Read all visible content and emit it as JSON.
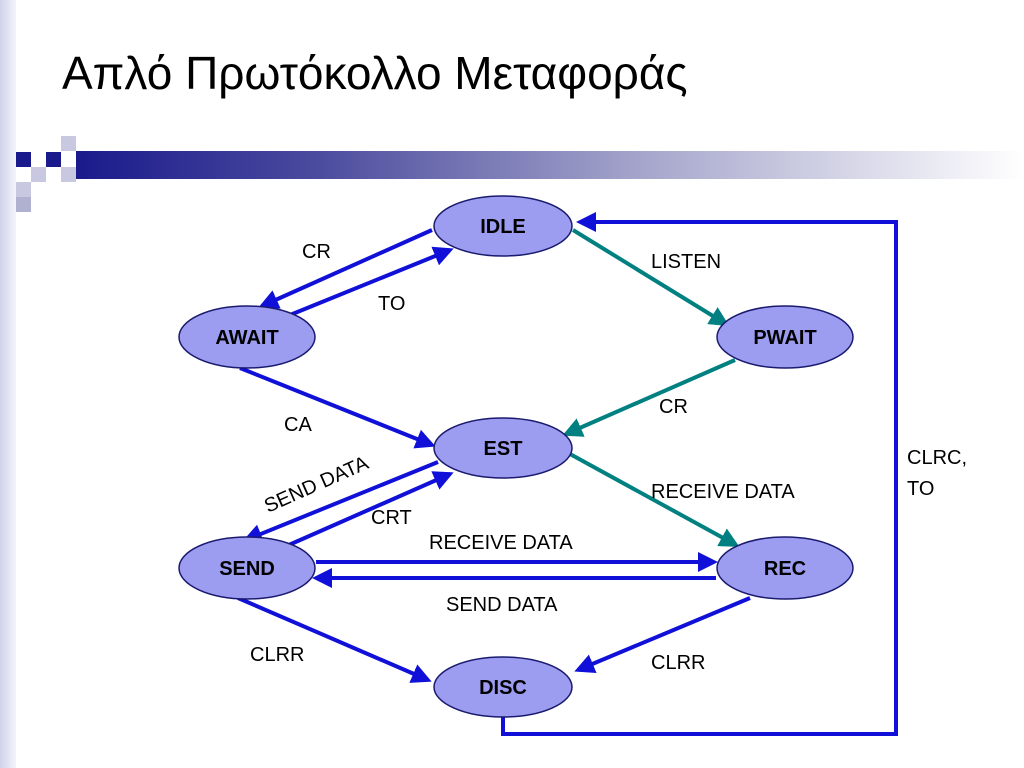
{
  "title": "Απλό Πρωτόκολλο Μεταφοράς",
  "colors": {
    "state_fill": "#9c9cf0",
    "state_stroke": "#1a1a6e",
    "arrow_blue": "#1010d8",
    "arrow_teal": "#008080",
    "title_bar": "#1a1a8c"
  },
  "states": {
    "idle": "IDLE",
    "await": "AWAIT",
    "pwait": "PWAIT",
    "est": "EST",
    "send": "SEND",
    "rec": "REC",
    "disc": "DISC"
  },
  "edge_labels": {
    "await_from_idle_cr": "CR",
    "await_to_idle_to": "TO",
    "idle_to_pwait_listen": "LISTEN",
    "pwait_to_est_cr": "CR",
    "await_to_est_ca": "CA",
    "est_to_send": "SEND DATA",
    "send_to_est_crt": "CRT",
    "est_to_rec": "RECEIVE DATA",
    "send_to_rec": "RECEIVE DATA",
    "rec_to_send": "SEND DATA",
    "send_to_disc_clrr": "CLRR",
    "rec_to_disc_clrr": "CLRR",
    "disc_to_idle_line1": "CLRC,",
    "disc_to_idle_line2": "TO"
  }
}
